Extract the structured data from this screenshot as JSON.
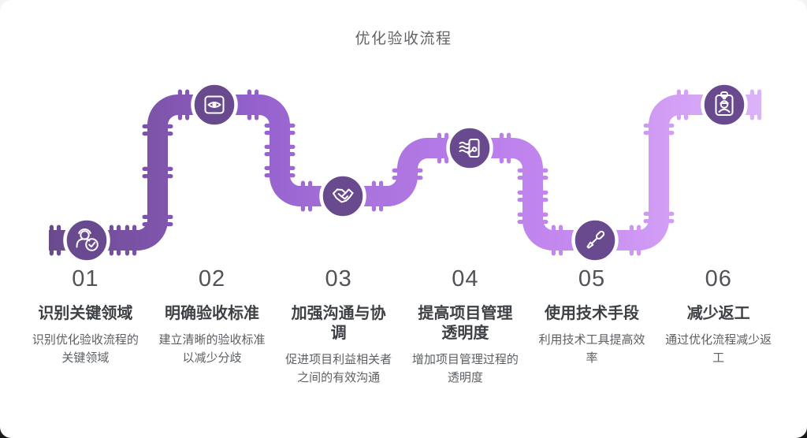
{
  "title": "优化验收流程",
  "colors": {
    "pipe_gradient": [
      "#6a4a8e",
      "#7e54ab",
      "#9360cb",
      "#a670da",
      "#b77ce9",
      "#c88df1",
      "#dcb3f9"
    ],
    "title_text": "#606468",
    "number_text": "#4f5357",
    "step_title_text": "#3d4145",
    "description_text": "#5c6064",
    "icon_stroke": "#ffffff",
    "card_background": "#ffffff"
  },
  "steps": [
    {
      "number": "01",
      "title": "识别关键领域",
      "description": "识别优化验收流程的关键领域",
      "icon": "user-check-icon"
    },
    {
      "number": "02",
      "title": "明确验收标准",
      "description": "建立清晰的验收标准以减少分歧",
      "icon": "eye-scan-icon"
    },
    {
      "number": "03",
      "title": "加强沟通与协调",
      "description": "促进项目利益相关者之间的有效沟通",
      "icon": "handshake-icon"
    },
    {
      "number": "04",
      "title": "提高项目管理透明度",
      "description": "增加项目管理过程的透明度",
      "icon": "document-flow-icon"
    },
    {
      "number": "05",
      "title": "使用技术手段",
      "description": "利用技术工具提高效率",
      "icon": "screwdriver-icon"
    },
    {
      "number": "06",
      "title": "减少返工",
      "description": "通过优化流程减少返工",
      "icon": "worker-badge-icon"
    }
  ]
}
